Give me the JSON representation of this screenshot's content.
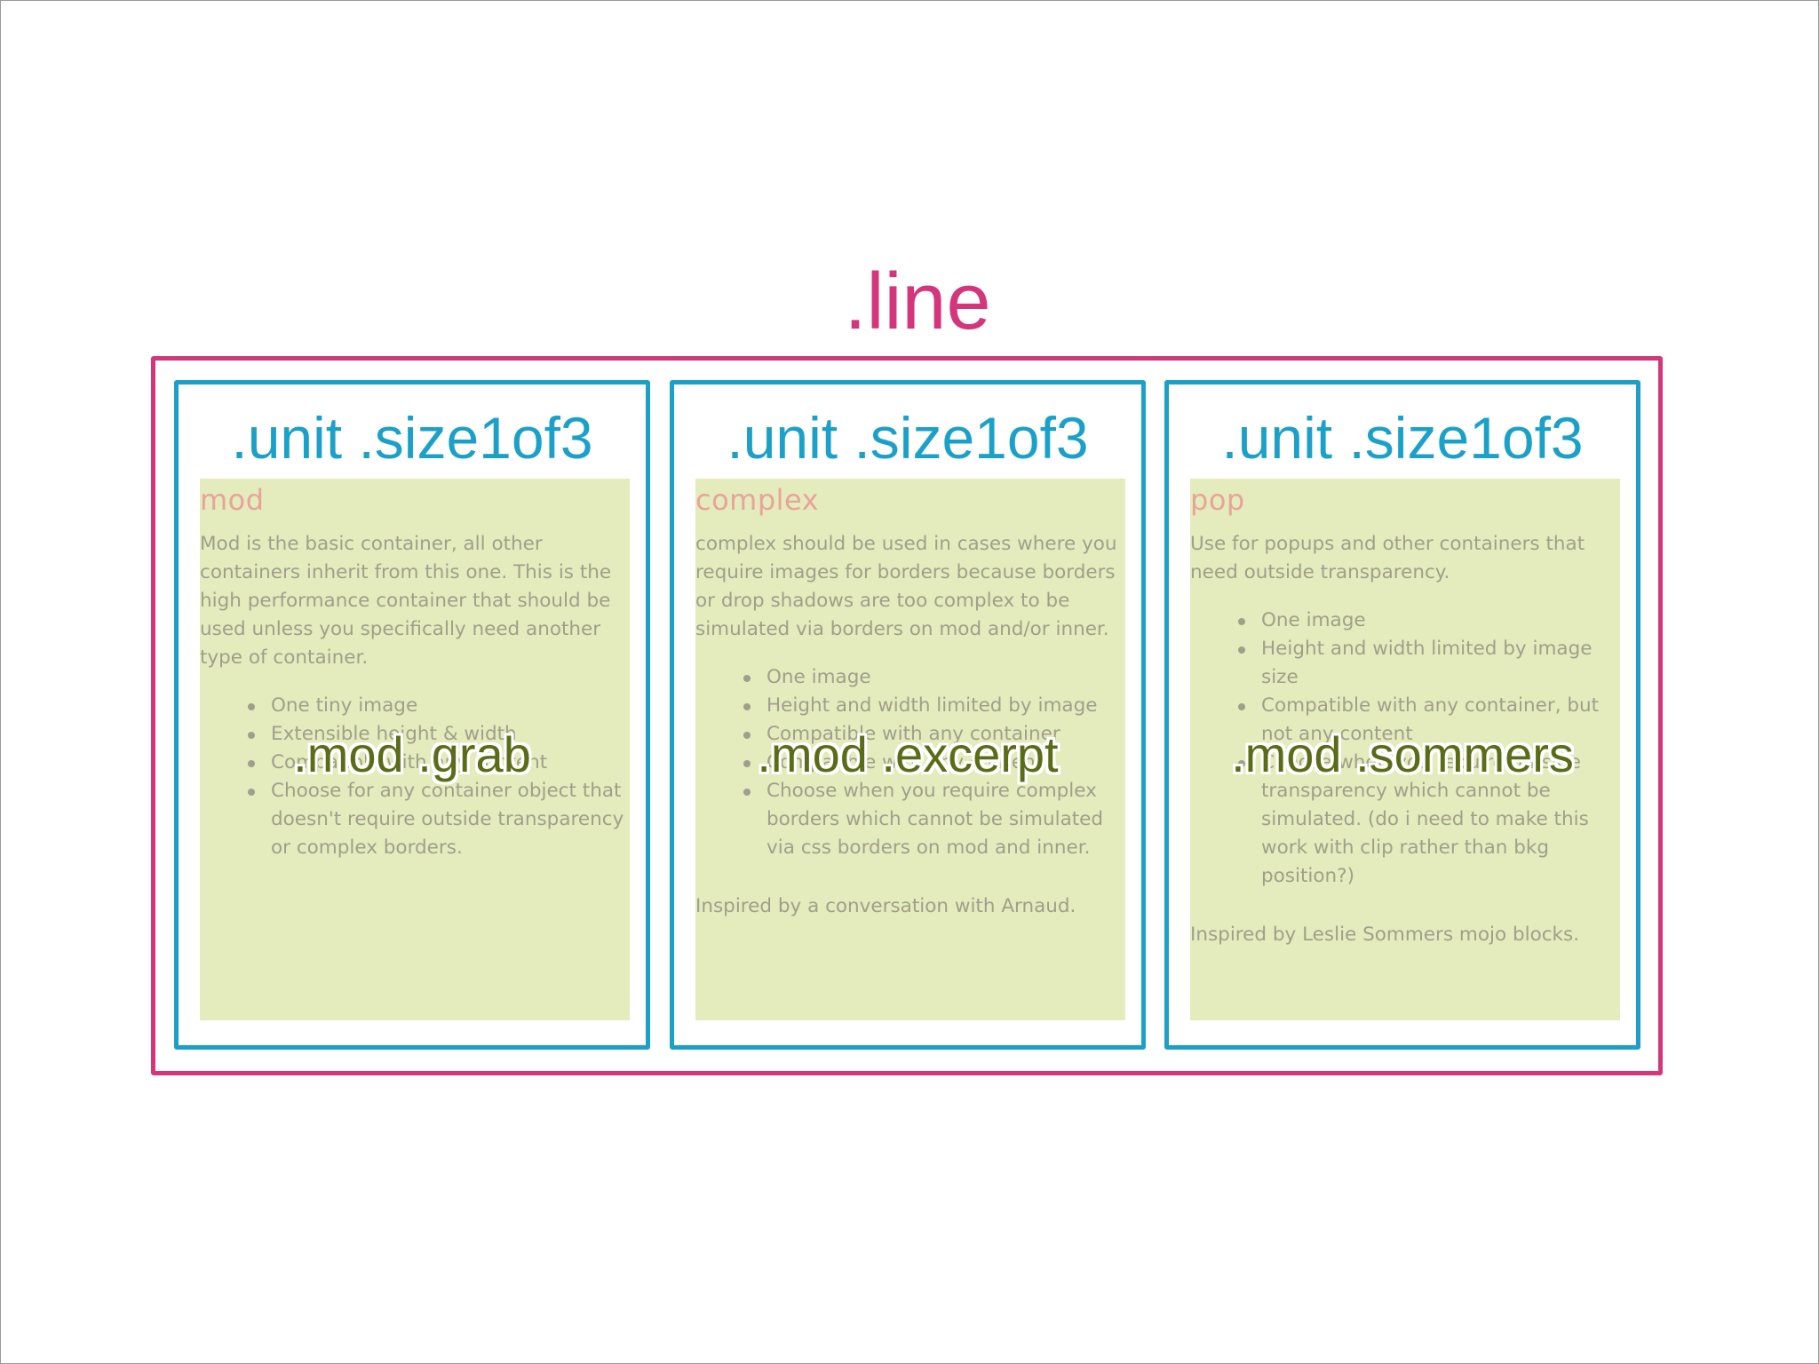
{
  "line_label": ".line",
  "colors": {
    "line_border": "#d4367c",
    "unit_border": "#1ba1c9",
    "mod_background": "#e4ebbd",
    "mod_title": "#e8a49a",
    "mod_text": "#a0a08a",
    "overlay_text": "#5b6c18"
  },
  "units": [
    {
      "label": ".unit .size1of3",
      "overlay": ".mod .grab",
      "title": "mod",
      "paragraph": "Mod is the basic container, all other containers inherit from this one. This is the high performance container that should be used unless you specifically need another type of container.",
      "bullets": [
        "One tiny image",
        "Extensible height & width",
        "Compatible with any content",
        "Choose for any container object that doesn't require outside transparency or complex borders."
      ],
      "credit": ""
    },
    {
      "label": ".unit .size1of3",
      "overlay": ".mod .excerpt",
      "title": "complex",
      "paragraph": "complex should be used in cases where you require images for borders because borders or drop shadows are too complex to be simulated via borders on mod and/or inner.",
      "bullets": [
        "One image",
        "Height and width limited by image",
        "Compatible with any container",
        "Compatible with any content",
        "Choose when you require complex borders which cannot be simulated via css borders on mod and inner."
      ],
      "credit": "Inspired by a conversation with Arnaud."
    },
    {
      "label": ".unit .size1of3",
      "overlay": ".mod .sommers",
      "title": "pop",
      "paragraph": "Use for popups and other containers that need outside transparency.",
      "bullets": [
        "One image",
        "Height and width limited by image size",
        "Compatible with any container, but not any content",
        "Choose when you require outside transparency which cannot be simulated. (do i need to make this work with clip rather than bkg position?)"
      ],
      "credit": "Inspired by Leslie Sommers mojo blocks."
    }
  ]
}
